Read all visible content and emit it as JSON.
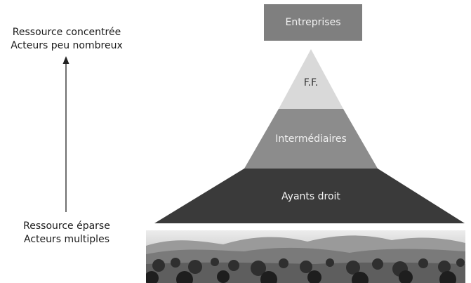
{
  "left_axis": {
    "top_label_line1": "Ressource concentrée",
    "top_label_line2": "Acteurs peu nombreux",
    "bottom_label_line1": "Ressource éparse",
    "bottom_label_line2": "Acteurs multiples"
  },
  "top_box": {
    "label": "Entreprises",
    "color": "#7f7f7f"
  },
  "pyramid": {
    "tiers": [
      {
        "label": "F.F.",
        "color": "#d9d9d9",
        "text_color": "#333333"
      },
      {
        "label": "Intermédiaires",
        "color": "#8c8c8c",
        "text_color": "#f0f0f0"
      },
      {
        "label": "Ayants droit",
        "color": "#3a3a3a",
        "text_color": "#f5f5f5"
      }
    ]
  },
  "landscape": {
    "description_icon": "landscape-photo"
  }
}
